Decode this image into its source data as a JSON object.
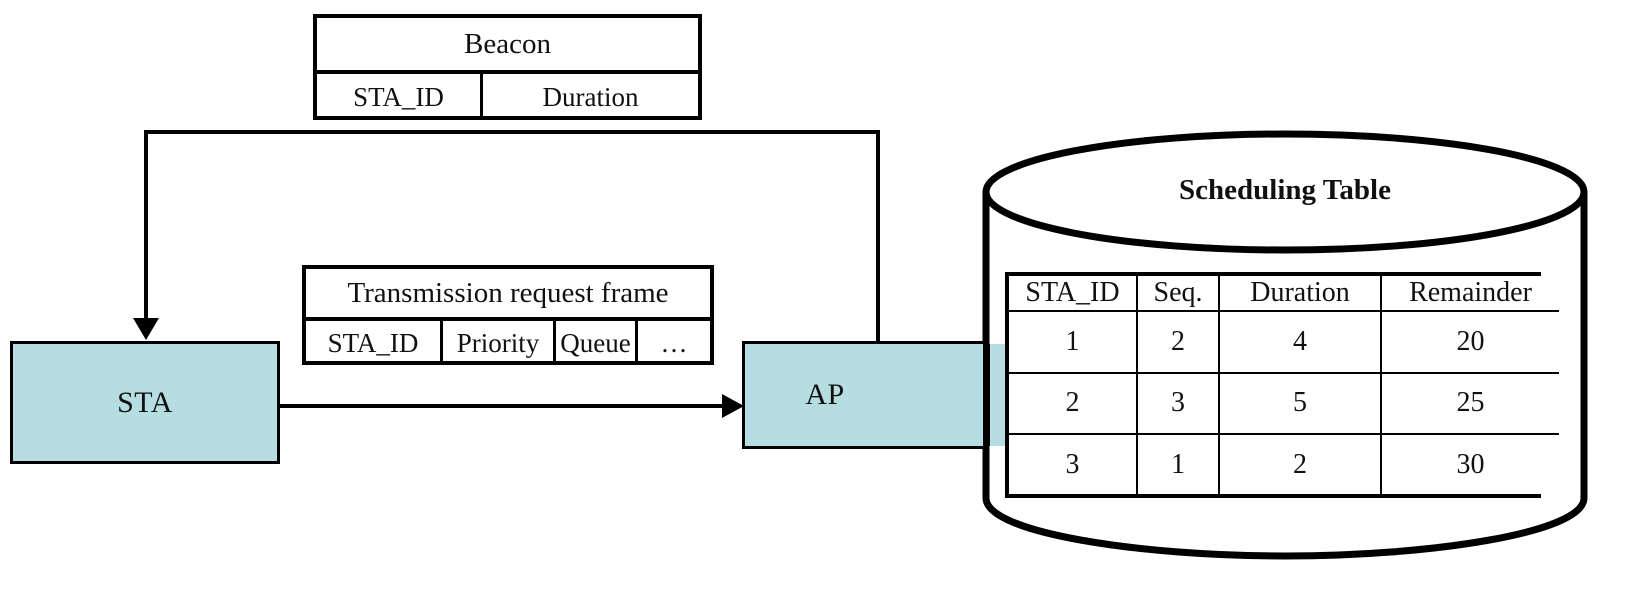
{
  "colors": {
    "node_fill": "#b5dde2",
    "stroke": "#000000",
    "background": "#ffffff"
  },
  "nodes": {
    "sta": {
      "label": "STA"
    },
    "ap": {
      "label": "AP"
    }
  },
  "beacon_frame": {
    "title": "Beacon",
    "fields": [
      "STA_ID",
      "Duration"
    ]
  },
  "transmission_request_frame": {
    "title": "Transmission request frame",
    "fields": [
      "STA_ID",
      "Priority",
      "Queue",
      "…"
    ]
  },
  "database": {
    "title": "Scheduling Table"
  },
  "chart_data": {
    "type": "table",
    "title": "Scheduling Table",
    "columns": [
      "STA_ID",
      "Seq.",
      "Duration",
      "Remainder"
    ],
    "rows": [
      [
        "1",
        "2",
        "4",
        "20"
      ],
      [
        "2",
        "3",
        "5",
        "25"
      ],
      [
        "3",
        "1",
        "2",
        "30"
      ]
    ]
  },
  "connectors": {
    "beacon_arrow": "AP to STA (beacon downlink)",
    "request_arrow": "STA to AP (transmission request uplink)"
  }
}
